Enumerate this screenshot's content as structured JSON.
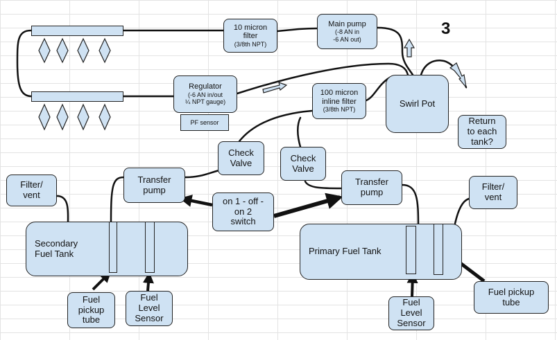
{
  "page_number": "3",
  "colors": {
    "box_fill": "#cfe2f3",
    "line": "#111111"
  },
  "nodes": {
    "filter10": {
      "line1": "10 micron",
      "line2": "filter",
      "line3": "(3/8th NPT)"
    },
    "main_pump": {
      "line1": "Main pump",
      "line2": "(-8 AN in",
      "line3": "-6 AN out)"
    },
    "regulator": {
      "line1": "Regulator",
      "line2": "(-6 AN in/out",
      "line3": "¼ NPT gauge)"
    },
    "pf_sensor": {
      "label": "PF sensor"
    },
    "filter100": {
      "line1": "100 micron",
      "line2": "inline filter",
      "line3": "(3/8th NPT)"
    },
    "swirl_pot": {
      "label": "Swirl Pot"
    },
    "return": {
      "line1": "Return",
      "line2": "to each",
      "line3": "tank?"
    },
    "check_left": {
      "line1": "Check",
      "line2": "Valve"
    },
    "check_right": {
      "line1": "Check",
      "line2": "Valve"
    },
    "transfer_left": {
      "line1": "Transfer",
      "line2": "pump"
    },
    "transfer_right": {
      "line1": "Transfer",
      "line2": "pump"
    },
    "switch": {
      "line1": "on 1 - off -",
      "line2": "on 2",
      "line3": "switch"
    },
    "filter_vent_left": {
      "line1": "Filter/",
      "line2": "vent"
    },
    "filter_vent_right": {
      "line1": "Filter/",
      "line2": "vent"
    },
    "secondary_tank": {
      "line1": "Secondary",
      "line2": "Fuel Tank"
    },
    "primary_tank": {
      "label": "Primary Fuel Tank"
    },
    "pickup_left": {
      "line1": "Fuel",
      "line2": "pickup",
      "line3": "tube"
    },
    "level_left": {
      "line1": "Fuel",
      "line2": "Level",
      "line3": "Sensor"
    },
    "level_right": {
      "line1": "Fuel",
      "line2": "Level",
      "line3": "Sensor"
    },
    "pickup_right": {
      "line1": "Fuel pickup",
      "line2": "tube"
    }
  }
}
